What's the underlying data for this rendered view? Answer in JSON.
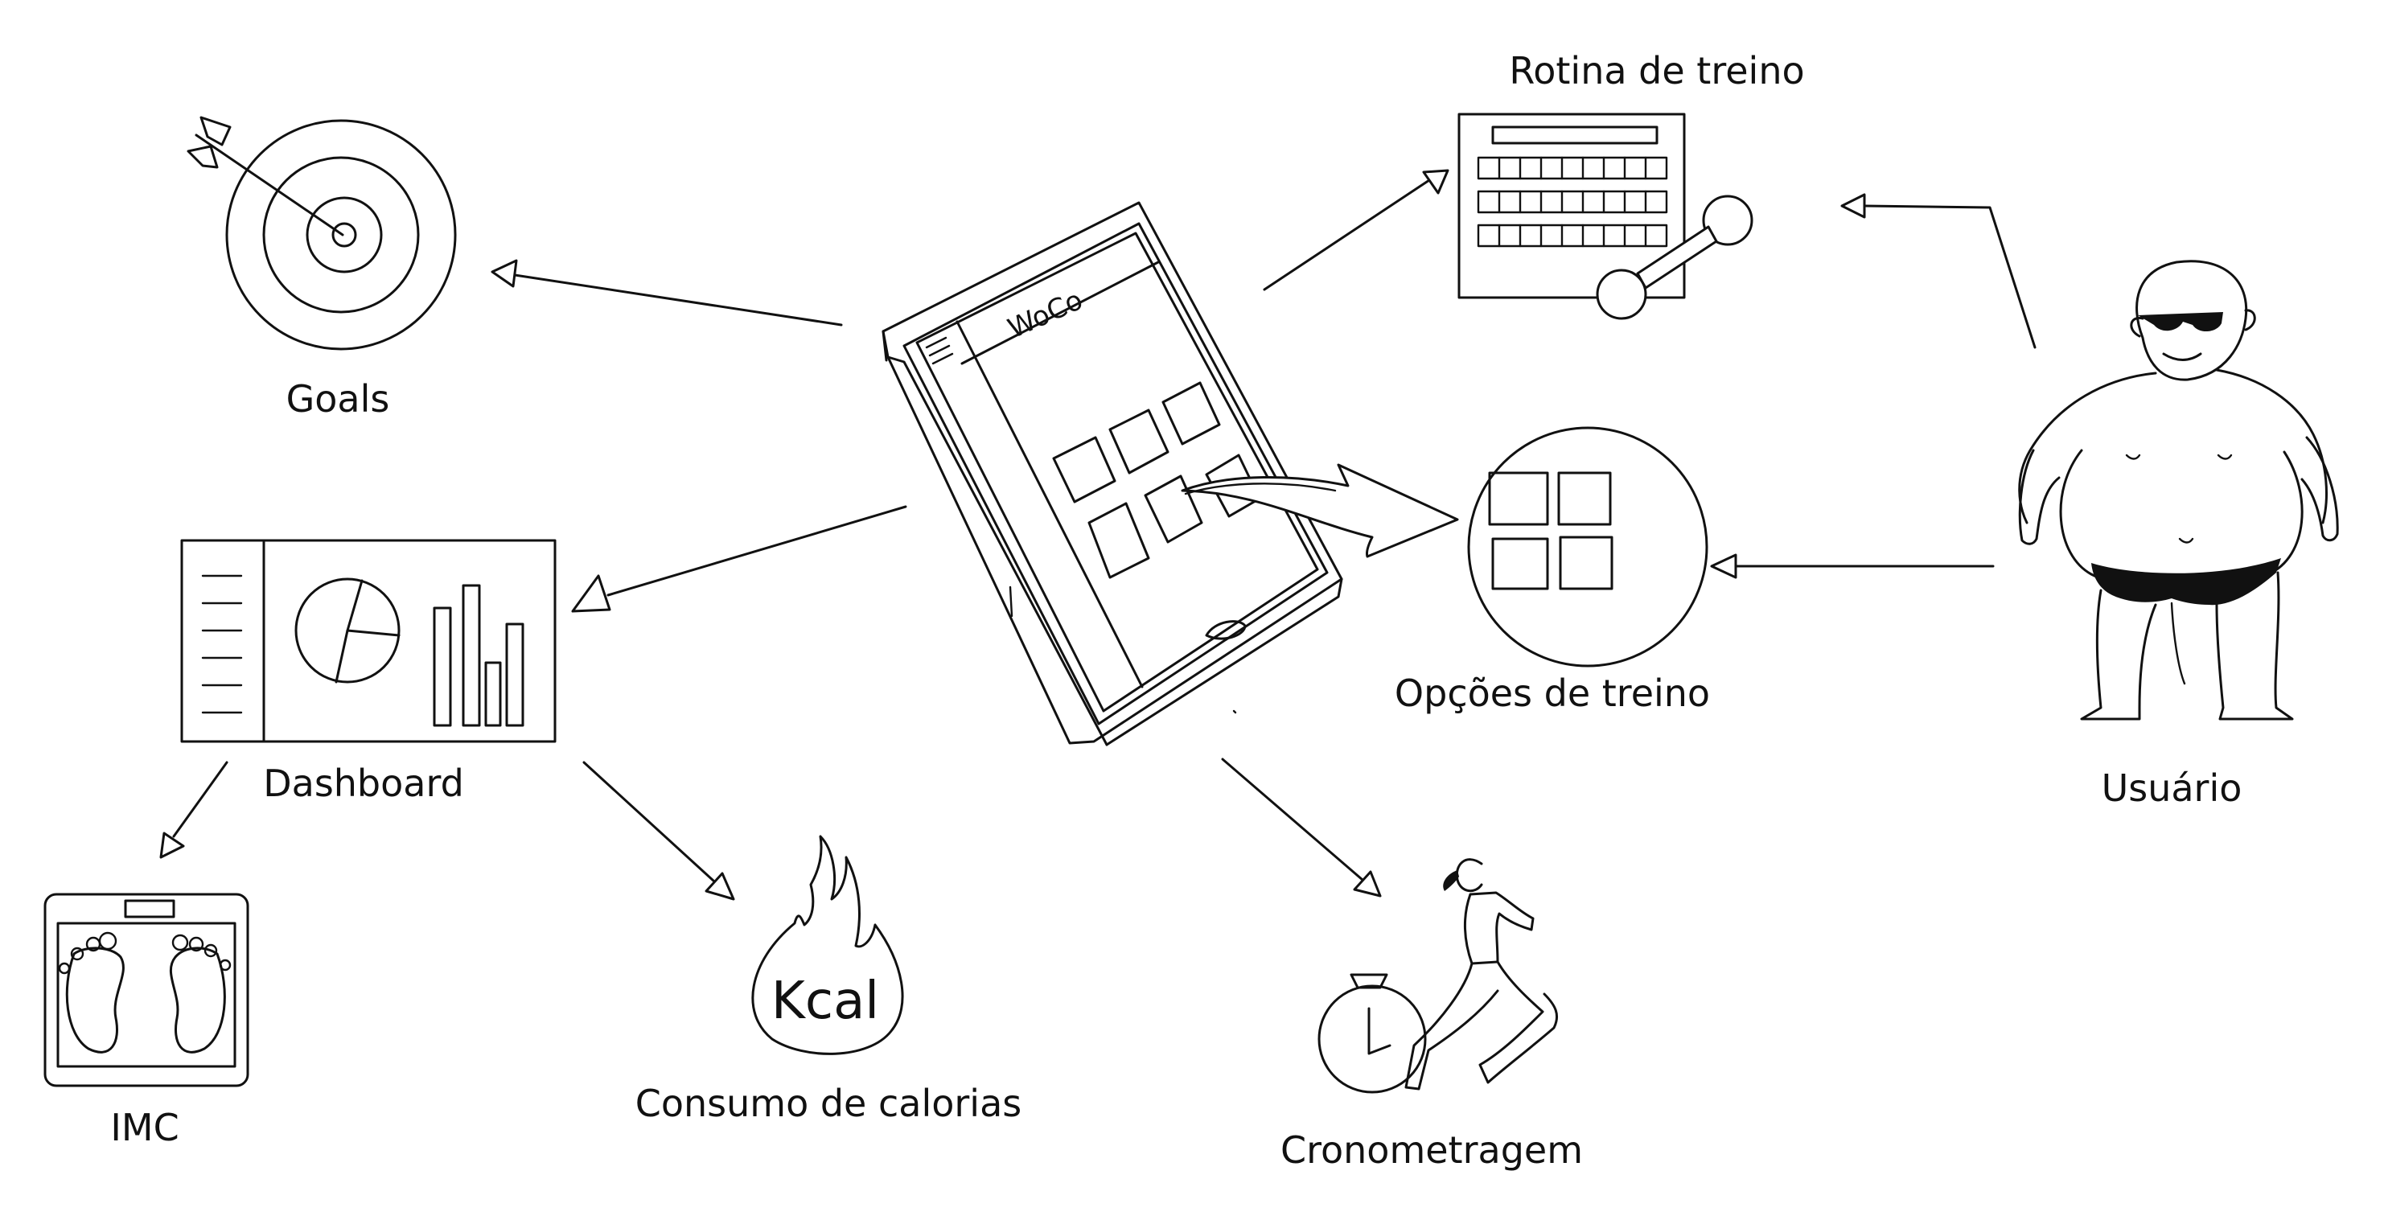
{
  "diagram": {
    "nodes": {
      "goals": {
        "label": "Goals",
        "icon": "target-icon"
      },
      "rotina": {
        "label": "Rotina de treino",
        "icon": "workout-schedule-icon"
      },
      "opcoes": {
        "label": "Opções de treino",
        "icon": "options-grid-icon"
      },
      "usuario": {
        "label": "Usuário",
        "icon": "user-figure-icon"
      },
      "dashboard": {
        "label": "Dashboard",
        "icon": "dashboard-icon"
      },
      "imc": {
        "label": "IMC",
        "icon": "scale-icon"
      },
      "calorias": {
        "label": "Consumo de calorias",
        "icon": "flame-icon",
        "badge": "Kcal"
      },
      "cronometragem": {
        "label": "Cronometragem",
        "icon": "stopwatch-runner-icon"
      }
    },
    "app": {
      "name": "WoCo",
      "icon": "tablet-icon"
    },
    "colors": {
      "ink": "#111111",
      "background": "#ffffff"
    }
  }
}
